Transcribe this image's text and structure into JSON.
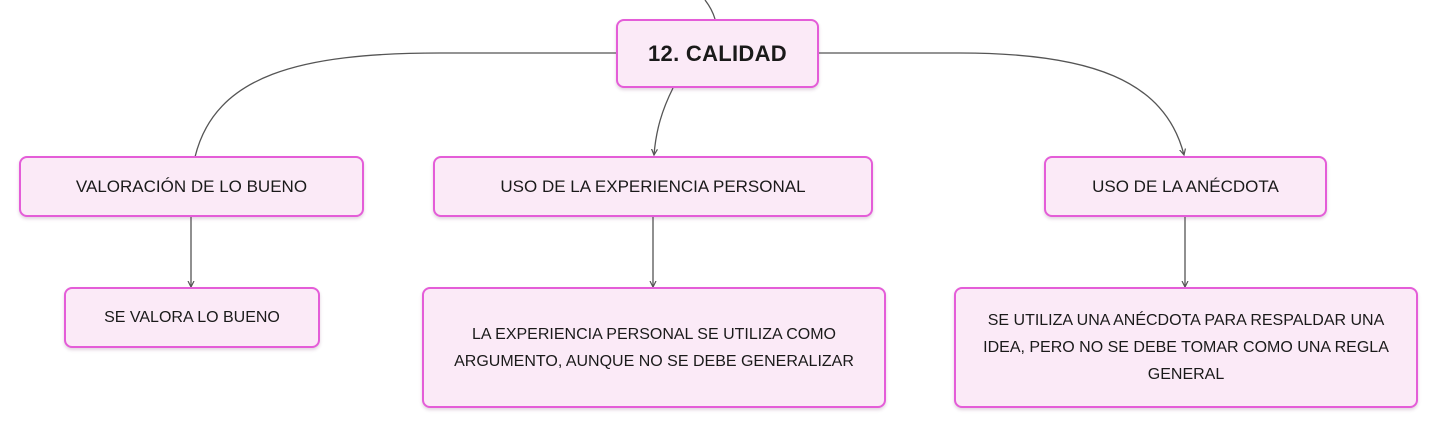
{
  "root": {
    "label": "12. CALIDAD"
  },
  "branches": [
    {
      "topic": "VALORACIÓN DE LO BUENO",
      "detail": "SE VALORA LO BUENO"
    },
    {
      "topic": "USO DE LA EXPERIENCIA PERSONAL",
      "detail": "LA EXPERIENCIA PERSONAL SE UTILIZA COMO ARGUMENTO, AUNQUE NO SE DEBE GENERALIZAR"
    },
    {
      "topic": "USO DE LA ANÉCDOTA",
      "detail": "SE UTILIZA UNA ANÉCDOTA PARA RESPALDAR UNA IDEA, PERO NO SE DEBE TOMAR COMO UNA REGLA GENERAL"
    }
  ],
  "colors": {
    "node_fill": "#fbeaf7",
    "node_border": "#e45dd8",
    "connector": "#555555"
  }
}
